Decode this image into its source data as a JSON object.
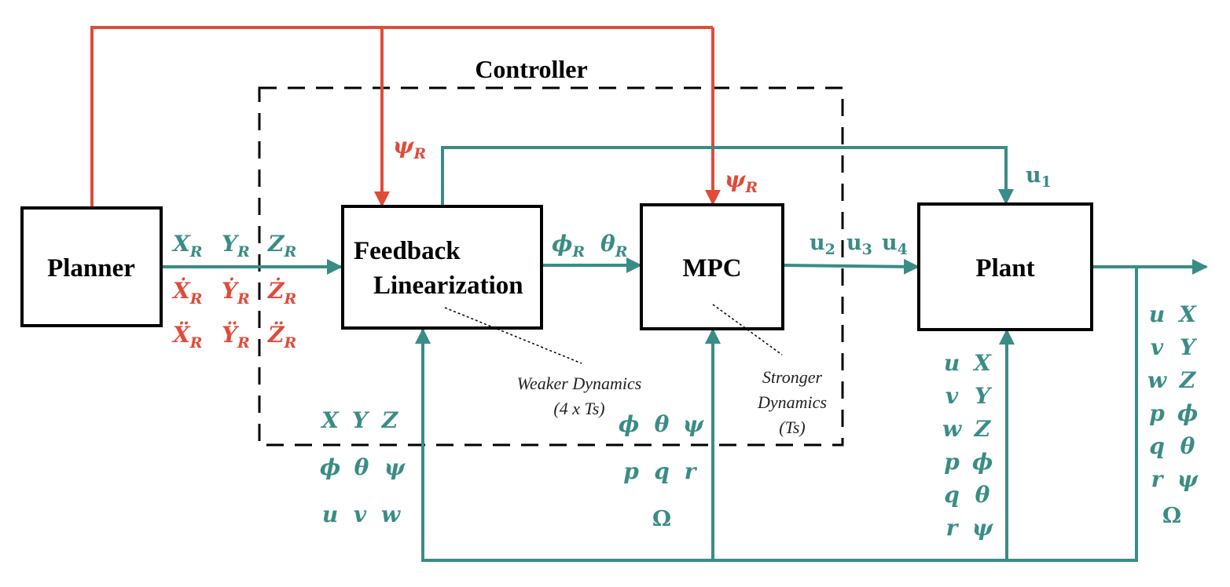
{
  "blocks": {
    "planner": "Planner",
    "feedback_line1": "Feedback",
    "feedback_line2": "Linearization",
    "mpc": "MPC",
    "plant": "Plant"
  },
  "controller_label": "Controller",
  "notes": {
    "weaker_line1": "Weaker Dynamics",
    "weaker_line2": "(4 x Ts)",
    "stronger_line1": "Stronger",
    "stronger_line2": "Dynamics",
    "stronger_line3": "(Ts)"
  },
  "signals": {
    "psi_symbol": "ψ",
    "ref_sub": "R",
    "planner_position_refs": [
      "X",
      "Y",
      "Z"
    ],
    "planner_derivative_refs": [
      "Ẋ",
      "Ẏ",
      "Ż"
    ],
    "planner_second_derivative_refs": [
      "Ẍ",
      "Ÿ",
      "Z̈"
    ],
    "fl_output": [
      "ϕ",
      "θ"
    ],
    "u1_base": "u",
    "u1_sub": "1",
    "mpc_outputs": [
      {
        "base": "u",
        "sub": "2"
      },
      {
        "base": "u",
        "sub": "3"
      },
      {
        "base": "u",
        "sub": "4"
      }
    ]
  },
  "feedback": {
    "fl_states": [
      [
        "X",
        "Y",
        "Z"
      ],
      [
        "ϕ",
        "θ",
        "ψ"
      ],
      [
        "u",
        "v",
        "w"
      ]
    ],
    "mpc_states": [
      [
        "ϕ",
        "θ",
        "ψ"
      ],
      [
        "p",
        "q",
        "r"
      ],
      [
        "Ω"
      ]
    ],
    "plant_states": [
      [
        "u",
        "X"
      ],
      [
        "v",
        "Y"
      ],
      [
        "w",
        "Z"
      ],
      [
        "p",
        "ϕ"
      ],
      [
        "q",
        "θ"
      ],
      [
        "r",
        "ψ"
      ]
    ],
    "output_states": [
      [
        "u",
        "X"
      ],
      [
        "v",
        "Y"
      ],
      [
        "w",
        "Z"
      ],
      [
        "p",
        "ϕ"
      ],
      [
        "q",
        "θ"
      ],
      [
        "r",
        "ψ"
      ],
      [
        "Ω"
      ]
    ]
  },
  "colors": {
    "teal": "#3a8c86",
    "red": "#e04b3a",
    "black": "#000000"
  }
}
